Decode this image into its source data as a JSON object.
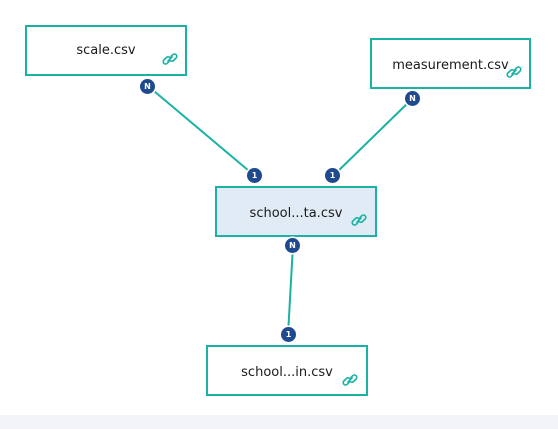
{
  "nodes": {
    "scale": {
      "label": "scale.csv"
    },
    "measurement": {
      "label": "measurement.csv"
    },
    "school_data": {
      "label": "school...ta.csv"
    },
    "school_in": {
      "label": "school...in.csv"
    }
  },
  "relationships": [
    {
      "from": "scale",
      "to": "school_data",
      "from_cardinality": "N",
      "to_cardinality": "1"
    },
    {
      "from": "measurement",
      "to": "school_data",
      "from_cardinality": "N",
      "to_cardinality": "1"
    },
    {
      "from": "school_data",
      "to": "school_in",
      "from_cardinality": "N",
      "to_cardinality": "1"
    }
  ],
  "icons": {
    "node_link": "link-icon"
  },
  "colors": {
    "edge": "#1ab3a3",
    "node_border": "#1ab3a3",
    "selected_fill": "#e1ebf5",
    "badge": "#1f4b8e"
  }
}
